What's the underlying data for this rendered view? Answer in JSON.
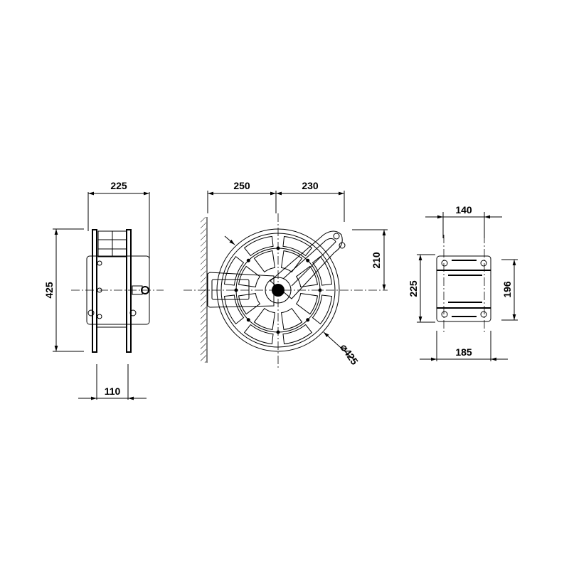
{
  "side_view": {
    "width_label": "225",
    "height_label": "425",
    "drum_width_label": "110"
  },
  "front_view": {
    "bracket_label": "250",
    "arm_label": "230",
    "arm_height_label": "210",
    "diameter_label": "⌀425"
  },
  "plate_view": {
    "hole_spacing_x_label": "140",
    "plate_height_label": "225",
    "hole_spacing_y_label": "196",
    "plate_width_label": "185"
  }
}
